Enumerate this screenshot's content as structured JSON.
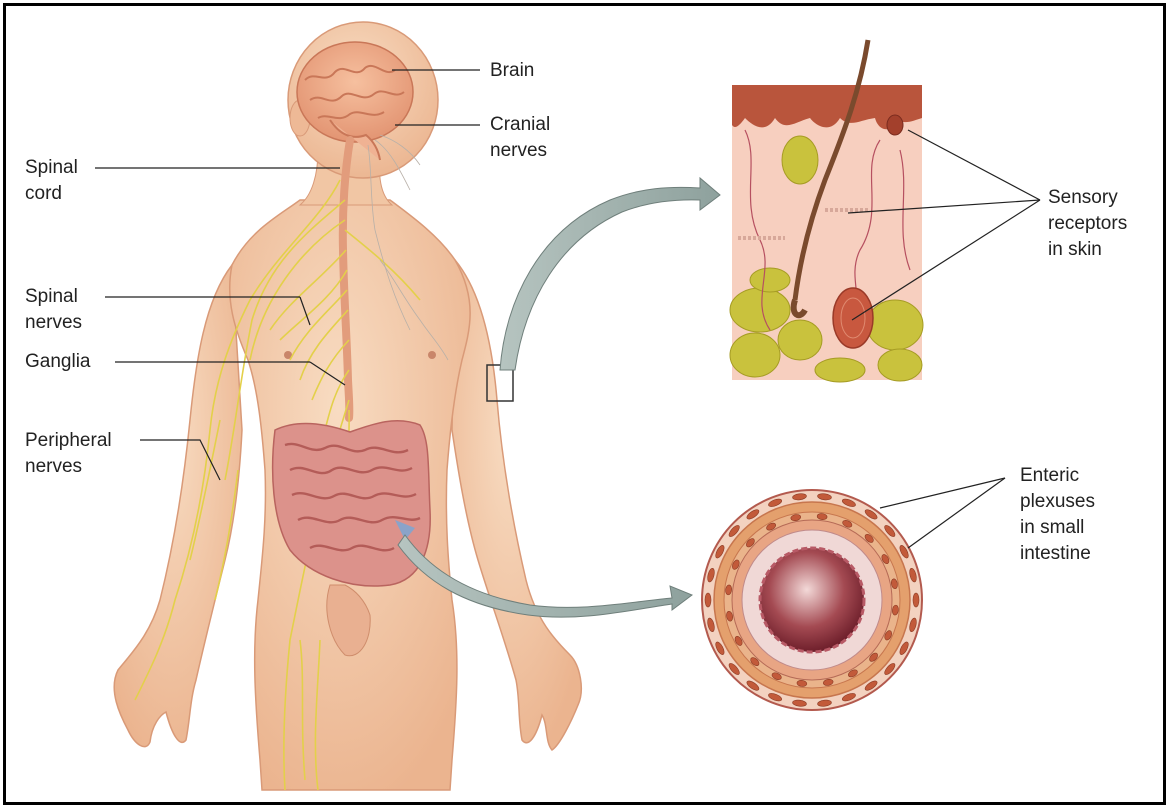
{
  "labels": {
    "brain": "Brain",
    "cranial_nerves": [
      "Cranial",
      "nerves"
    ],
    "spinal_cord": [
      "Spinal",
      "cord"
    ],
    "spinal_nerves": [
      "Spinal",
      "nerves"
    ],
    "ganglia": "Ganglia",
    "peripheral_nerves": [
      "Peripheral",
      "nerves"
    ],
    "sensory_receptors": [
      "Sensory",
      "receptors",
      "in skin"
    ],
    "enteric_plexuses": [
      "Enteric",
      "plexuses",
      "in small",
      "intestine"
    ]
  },
  "colors": {
    "skin": "#f3c9a8",
    "skin_shade": "#e7ab86",
    "nerve": "#e8d54a",
    "brain": "#f0a783",
    "intestine": "#d98c86",
    "arrow": "#9fb0ac",
    "dermis": "#f5c8b8",
    "epidermis": "#b9543a",
    "fat": "#c6c03a"
  }
}
